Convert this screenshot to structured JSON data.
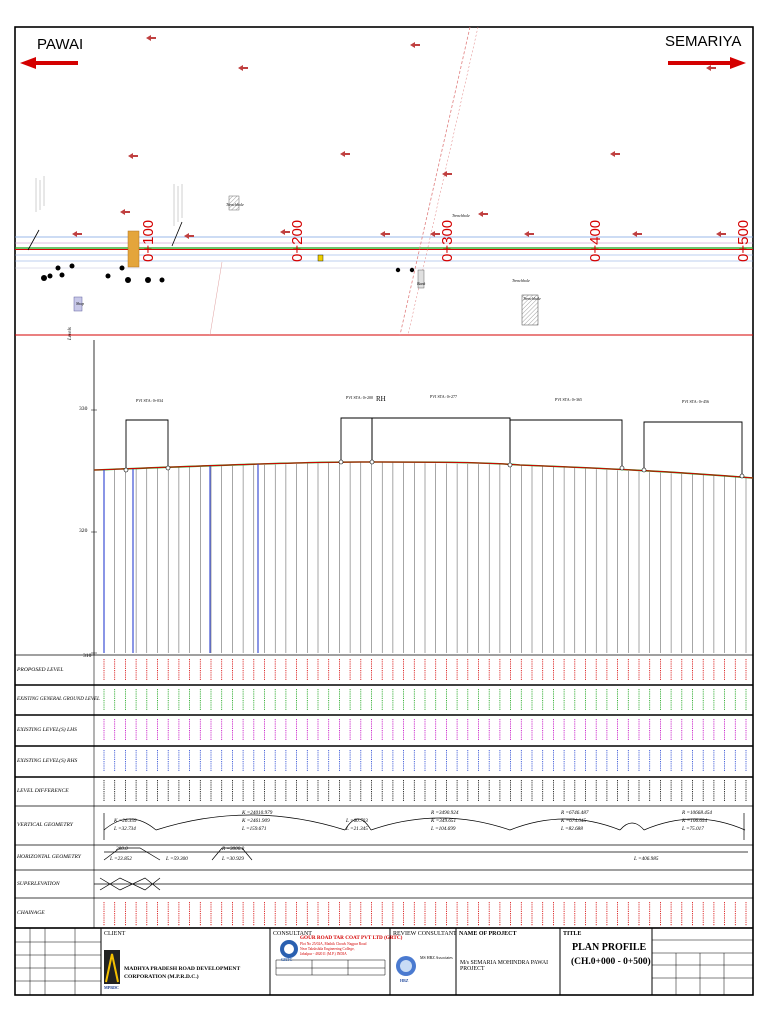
{
  "plan": {
    "left_town": "PAWAI",
    "right_town": "SEMARIYA",
    "chainage_marks": [
      "0+100",
      "0+200",
      "0+300",
      "0+400",
      "0+500"
    ],
    "features": [
      "Trenchhole",
      "Trenchhole",
      "Trenchhole",
      "Trenchhole",
      "Shop",
      "Bank"
    ]
  },
  "profile": {
    "axis_title": "Levels",
    "y_ticks": [
      "330",
      "320",
      "310"
    ],
    "ip_labels": [
      "PVI STA: 0+034",
      "PVI STA: 0+200",
      "PVI STA: 0+277",
      "PVI STA: 0+365",
      "PVI STA: 0+456"
    ],
    "rh_label": "RH"
  },
  "bands": {
    "rows": [
      {
        "label": "PROPOSED LEVEL",
        "color": "#d40000"
      },
      {
        "label": "EXISTING GENERAL GROUND LEVEL",
        "color": "#14a014"
      },
      {
        "label": "EXISTING LEVEL(S) LHS",
        "color": "#c000c0"
      },
      {
        "label": "EXISTING LEVEL(S) RHS",
        "color": "#2040d0"
      },
      {
        "label": "LEVEL DIFFERENCE",
        "color": "#000000"
      },
      {
        "label": "VERTICAL GEOMETRY",
        "color": "#000000"
      },
      {
        "label": "HORIZONTAL GEOMETRY",
        "color": "#000000"
      },
      {
        "label": "SUPERLEVATION",
        "color": "#000000"
      },
      {
        "label": "CHAINAGE",
        "color": "#d40000"
      }
    ],
    "vertical_geometry": [
      {
        "text": "K =24010.979"
      },
      {
        "text": "K =2461.909"
      },
      {
        "text": "L =159.671"
      },
      {
        "text": "R =3490.924"
      },
      {
        "text": "K =349.651"
      },
      {
        "text": "L =104.699"
      },
      {
        "text": "R =6746.487"
      },
      {
        "text": "K =674.045"
      },
      {
        "text": "L =82.688"
      },
      {
        "text": "R =10668.454"
      },
      {
        "text": "K =106.654"
      },
      {
        "text": "L =75.017"
      },
      {
        "text": "K =26.359"
      },
      {
        "text": "L =32.734"
      },
      {
        "text": "L =21.345"
      },
      {
        "text": "L =60.703"
      }
    ],
    "horizontal_geometry": [
      {
        "text": "200.0"
      },
      {
        "text": "L =23.852"
      },
      {
        "text": "L =59.300"
      },
      {
        "text": "R =3000.0"
      },
      {
        "text": "L =30.929"
      },
      {
        "text": "L =406.985"
      }
    ]
  },
  "title_block": {
    "client_prefix": "CLIENT",
    "client_name": "MADHYA PRADESH ROAD DEVELOPMENT CORPORATION (M.P.R.D.C.)",
    "client_logo_text": "MPRDC",
    "consultant_prefix": "CONSULTANT",
    "consultant_name": "GOUR ROAD TAR COAT PVT LTD (GRTC)",
    "consultant_addr": "Plot No 25/02A, Mathik Chowk Nagpur Road",
    "consultant_addr2": "Near Takshshila Engineering College,",
    "consultant_addr3": "Jabalpur - 482011 (M.P.) INDIA",
    "consultant_logo_text": "GRTC",
    "review_prefix": "REVIEW CONSULTANT",
    "review_name": "MS HBZ Associates",
    "review_logo_text": "HBZ",
    "project_prefix": "NAME OF PROJECT",
    "project_name": "M/s SEMARIA MOHINDRA PAWAI PROJECT",
    "title_prefix": "TITLE",
    "title_line1": "PLAN PROFILE",
    "title_line2": "(CH.0+000 - 0+500)"
  }
}
